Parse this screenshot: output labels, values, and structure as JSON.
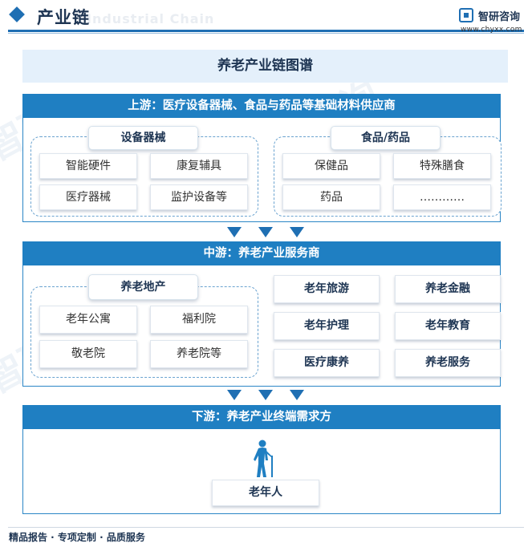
{
  "header": {
    "title": "产业链",
    "ghost_text": "Industrial Chain",
    "logo_name": "智研咨询",
    "logo_url": "www.chyxx.com"
  },
  "diagram_title": "养老产业链图谱",
  "upstream": {
    "label": "上游：医疗设备器械、食品与药品等基础材料供应商",
    "group_equipment": {
      "title": "设备器械",
      "items": [
        "智能硬件",
        "康复辅具",
        "医疗器械",
        "监护设备等"
      ]
    },
    "group_food": {
      "title": "食品/药品",
      "items": [
        "保健品",
        "特殊膳食",
        "药品",
        "…………"
      ]
    }
  },
  "midstream": {
    "label": "中游：养老产业服务商",
    "group_realestate": {
      "title": "养老地产",
      "items": [
        "老年公寓",
        "福利院",
        "敬老院",
        "养老院等"
      ]
    },
    "services": [
      "老年旅游",
      "养老金融",
      "老年护理",
      "老年教育",
      "医疗康养",
      "养老服务"
    ]
  },
  "downstream": {
    "label": "下游：养老产业终端需求方",
    "item": "老年人"
  },
  "footer": "精品报告 · 专项定制 · 品质服务",
  "colors": {
    "primary": "#1f7fc2",
    "dark": "#1e3553",
    "light": "#e4f0fb"
  }
}
